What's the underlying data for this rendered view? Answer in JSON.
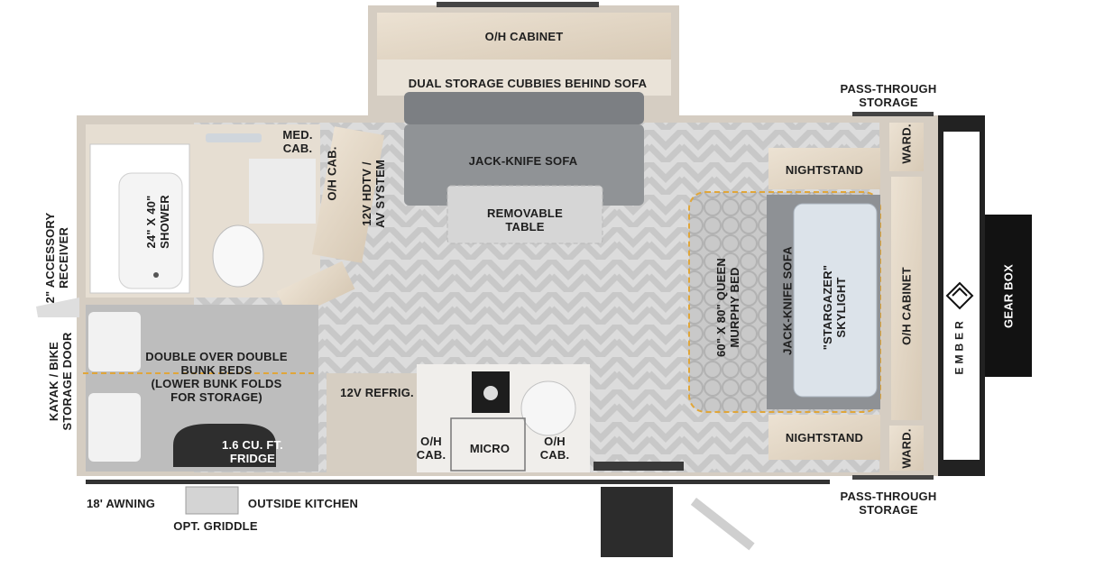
{
  "labels": {
    "oh_cabinet_top": "O/H CABINET",
    "dual_storage": "DUAL STORAGE CUBBIES BEHIND SOFA",
    "pass_through_top": "PASS-THROUGH\nSTORAGE",
    "med_cab": "MED.\nCAB.",
    "oh_cab_bath": "O/H CAB.",
    "hdtv": "12V HDTV /\nAV SYSTEM",
    "jack_knife_sofa": "JACK-KNIFE SOFA",
    "removable_table": "REMOVABLE\nTABLE",
    "nightstand_top": "NIGHTSTAND",
    "ward_top": "WARD.",
    "shower": "24\" X 40\"\nSHOWER",
    "accessory_receiver": "2\" ACCESSORY\nRECEIVER",
    "kayak_door": "KAYAK / BIKE\nSTORAGE DOOR",
    "murphy_bed": "60\" X 80\" QUEEN\nMURPHY BED",
    "jack_knife_sofa_right": "JACK-KNIFE SOFA",
    "skylight": "\"STARGAZER\"\nSKYLIGHT",
    "oh_cabinet_right": "O/H CABINET",
    "gear_box": "GEAR BOX",
    "bunk_beds": "DOUBLE OVER DOUBLE\nBUNK BEDS\n(LOWER BUNK FOLDS\nFOR STORAGE)",
    "refrig": "12V REFRIG.",
    "fridge": "1.6 CU. FT.\nFRIDGE",
    "oh_cab_left": "O/H\nCAB.",
    "micro": "MICRO",
    "oh_cab_right": "O/H\nCAB.",
    "nightstand_bottom": "NIGHTSTAND",
    "ward_bottom": "WARD.",
    "awning": "18' AWNING",
    "outside_kitchen": "OUTSIDE KITCHEN",
    "griddle": "OPT. GRIDDLE",
    "pass_through_bottom": "PASS-THROUGH\nSTORAGE"
  },
  "brand": {
    "wordmark": "EMBER"
  },
  "colors": {
    "wall": "#d9d2c7",
    "floor": "#dcdcdc",
    "cabinet": "#e8dccb",
    "sofa": "#8d8f92",
    "accent_dashed": "#e0a63a",
    "frame": "#1f1f1f"
  }
}
